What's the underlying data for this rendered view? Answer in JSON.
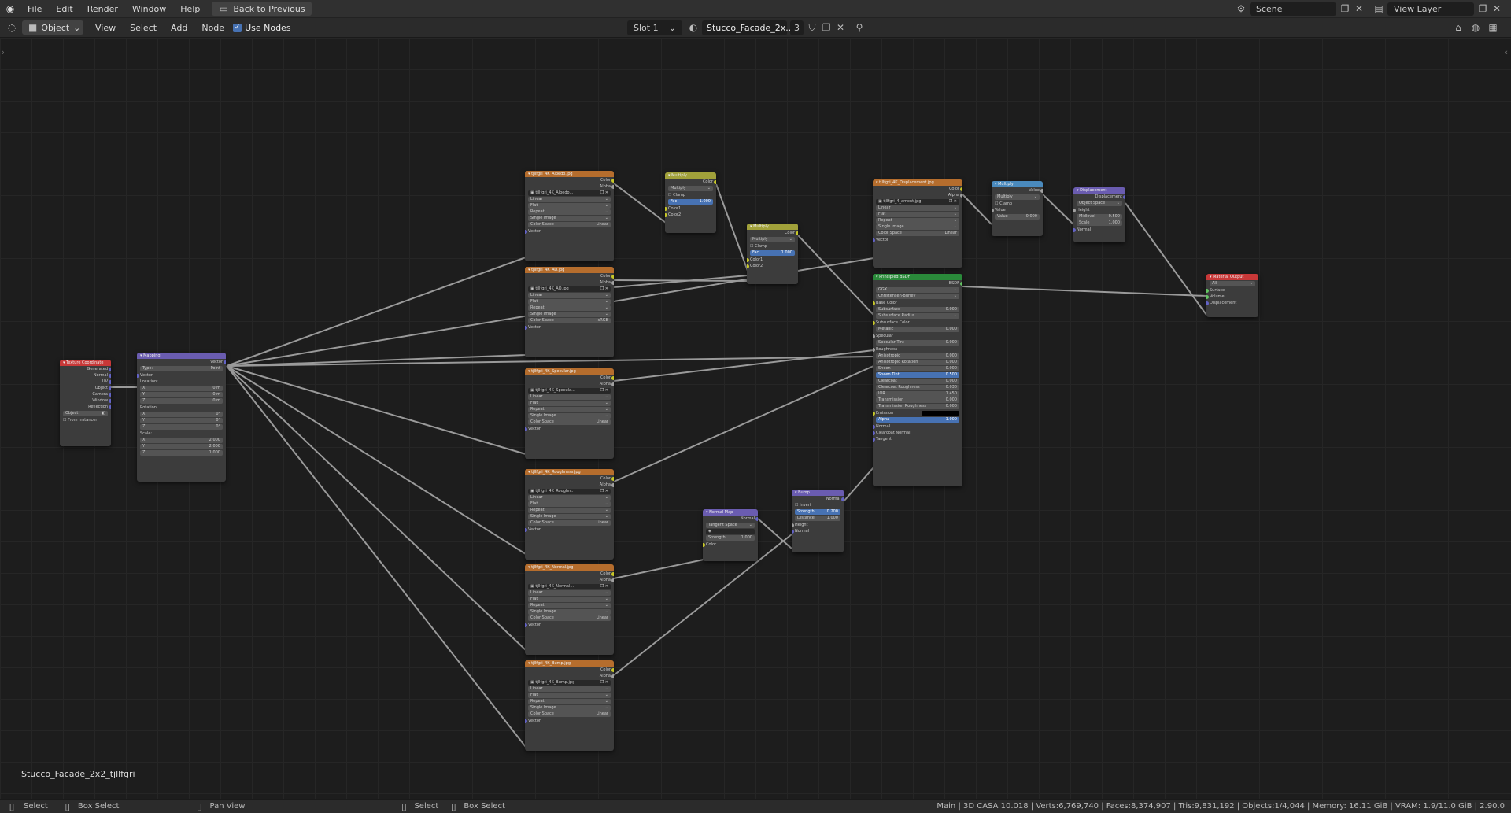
{
  "topbar": {
    "menus": [
      "File",
      "Edit",
      "Render",
      "Window",
      "Help"
    ],
    "back_button": "Back to Previous",
    "scene": "Scene",
    "view_layer": "View Layer"
  },
  "toolbar": {
    "mode": "Object",
    "menus": [
      "View",
      "Select",
      "Add",
      "Node"
    ],
    "use_nodes": "Use Nodes",
    "slot": "Slot 1",
    "material": "Stucco_Facade_2x...",
    "users": "3"
  },
  "material_label": "Stucco_Facade_2x2_tjllfgri",
  "status": {
    "left": [
      "Select",
      "Box Select",
      "Pan View",
      "Select",
      "Box Select"
    ],
    "right": "Main | 3D CASA 10.018 | Verts:6,769,740 | Faces:8,374,907 | Tris:9,831,192 | Objects:1/4,044 | Memory: 16.11 GiB | VRAM: 1.9/11.0 GiB | 2.90.0"
  },
  "colors": {
    "texture_header": "#b56d2d",
    "mixrgb_header": "#a1a13a",
    "math_header": "#4a8abd",
    "vector_header": "#6a5cb0",
    "input_header": "#c83838",
    "shader_header": "#2a8a3a",
    "output_header": "#c83838"
  }
}
